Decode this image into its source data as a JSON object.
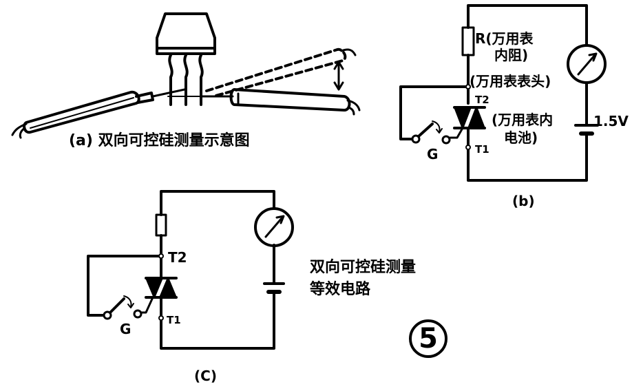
{
  "panel_a": {
    "caption": "(a) 双向可控硅测量示意图"
  },
  "panel_b": {
    "caption": "(b)",
    "resistor_label_line1": "R(万用表",
    "resistor_label_line2": "内阻)",
    "meter_label": "(万用表表头)",
    "battery_label_line1": "(万用表内",
    "battery_label_line2": "电池)",
    "voltage": "1.5V",
    "t2": "T2",
    "t1": "T1",
    "gate": "G"
  },
  "panel_c": {
    "caption": "(C)",
    "t2": "T2",
    "t1": "T1",
    "gate": "G",
    "title_line1": "双向可控硅测量",
    "title_line2": "等效电路"
  },
  "figure_number": "⑤"
}
